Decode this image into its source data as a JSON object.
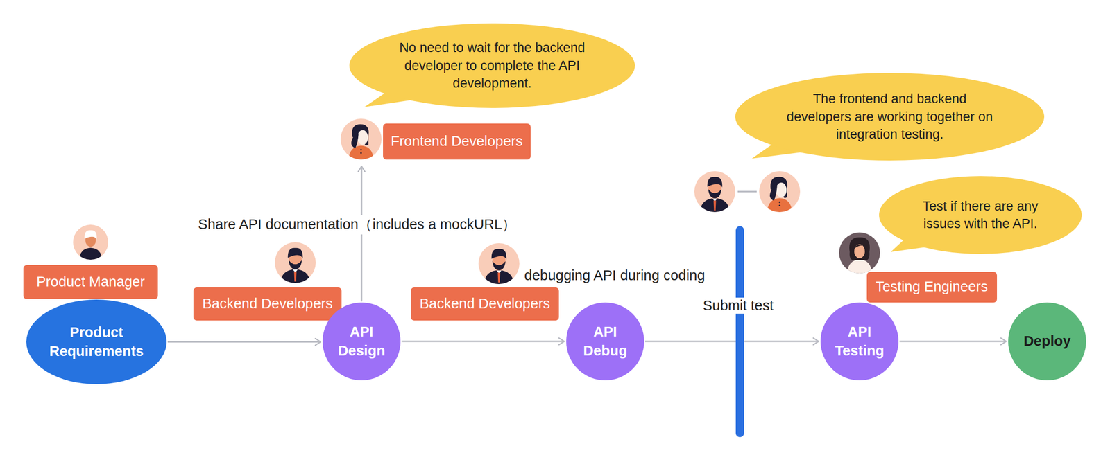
{
  "diagram": {
    "nodes": [
      {
        "text": [
          "Product Manager"
        ]
      },
      {
        "text": [
          "Product Requirements"
        ]
      },
      {
        "text": [
          "Backend Developers"
        ]
      },
      {
        "text": [
          "API Design"
        ]
      },
      {
        "text": [
          "Frontend Developers"
        ]
      },
      {
        "text": [
          "No need to wait for the backend developer to complete the API development."
        ]
      },
      {
        "text": [
          "Backend Developers"
        ]
      },
      {
        "text": [
          "API Debug"
        ]
      },
      {
        "text": [
          "The frontend and backend developers are working together on integration testing."
        ]
      },
      {
        "text": [
          "Test if there are any issues with the API."
        ]
      },
      {
        "text": [
          "Testing Engineers"
        ]
      },
      {
        "text": [
          "API Testing"
        ]
      },
      {
        "text": [
          "Deploy"
        ]
      }
    ],
    "edges": [
      {
        "from": 1,
        "to": 3,
        "arrow": "to"
      },
      {
        "from": 3,
        "to": 4,
        "label": "Share API documentation（includes a mockURL）",
        "arrow": "to"
      },
      {
        "from": 3,
        "to": 7,
        "arrow": "to"
      },
      {
        "from": 7,
        "to": 11,
        "label": "Submit test",
        "arrow": "to"
      },
      {
        "from": 11,
        "to": 12,
        "arrow": "to"
      }
    ],
    "labels": [
      "debugging API during coding"
    ]
  }
}
